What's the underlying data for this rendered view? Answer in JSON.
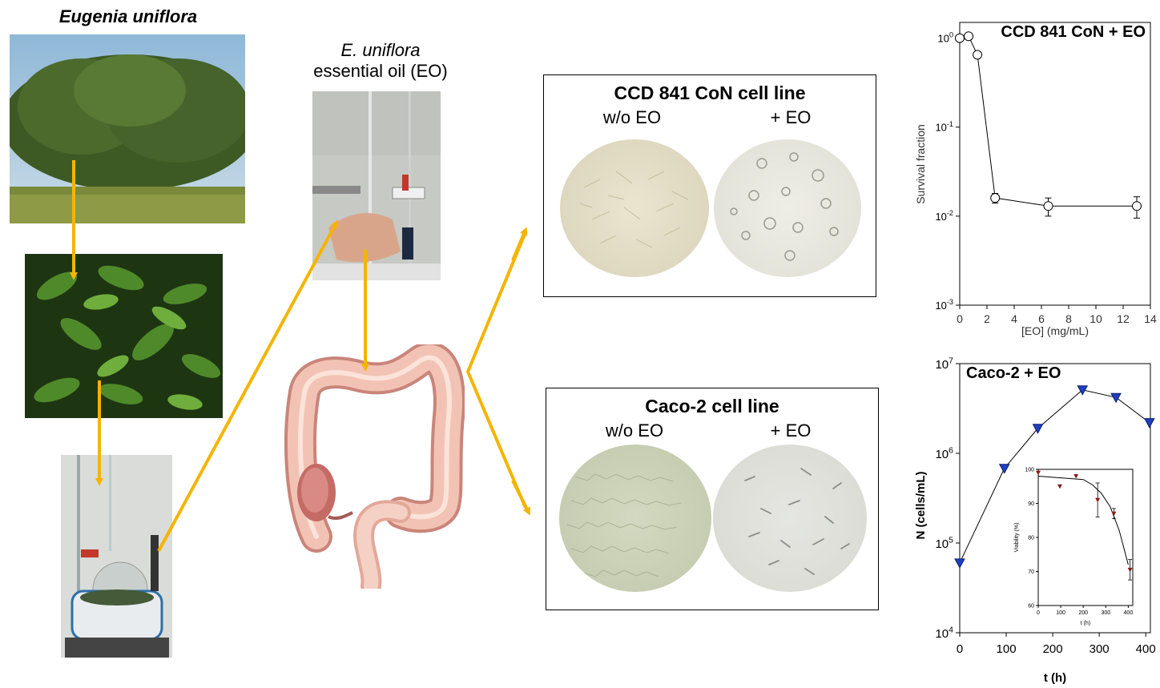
{
  "titles": {
    "plant": "Eugenia uniflora",
    "oil_line1": "E. uniflora",
    "oil_line2": "essential oil (EO)"
  },
  "panels": {
    "ccd": {
      "title": "CCD 841 CoN cell line",
      "left_label": "w/o EO",
      "right_label": "+ EO"
    },
    "caco": {
      "title": "Caco-2 cell line",
      "left_label": "w/o EO",
      "right_label": "+ EO"
    }
  },
  "colors": {
    "arrow": "#f5b400",
    "marker_blue": "#1f3fbf",
    "marker_red": "#8b1a1a"
  },
  "chart_data": [
    {
      "type": "scatter",
      "title": "CCD 841 CoN + EO",
      "xlabel": "[EO] (mg/mL)",
      "ylabel": "Survival fraction",
      "xlim": [
        0,
        14
      ],
      "ylim": [
        0.001,
        1.5
      ],
      "yscale": "log",
      "xticks": [
        "0",
        "2",
        "4",
        "6",
        "8",
        "10",
        "12",
        "14"
      ],
      "yticks": [
        {
          "base": "10",
          "exp": "0"
        },
        {
          "base": "10",
          "exp": "-1"
        },
        {
          "base": "10",
          "exp": "-2"
        },
        {
          "base": "10",
          "exp": "-3"
        }
      ],
      "x": [
        0,
        0.65,
        1.3,
        2.6,
        6.5,
        13
      ],
      "y": [
        1.0,
        1.05,
        0.65,
        0.016,
        0.013,
        0.013
      ],
      "err": [
        0,
        0,
        0,
        0.002,
        0.003,
        0.0035
      ],
      "marker": "open-circle"
    },
    {
      "type": "line",
      "title": "Caco-2 + EO",
      "xlabel": "t (h)",
      "ylabel": "N (cells/mL)",
      "xlim": [
        0,
        410
      ],
      "ylim": [
        10000,
        10000000
      ],
      "yscale": "log",
      "xticks": [
        "0",
        "100",
        "200",
        "300",
        "400"
      ],
      "yticks": [
        {
          "base": "10",
          "exp": "7"
        },
        {
          "base": "10",
          "exp": "6"
        },
        {
          "base": "10",
          "exp": "5"
        },
        {
          "base": "10",
          "exp": "4"
        }
      ],
      "x": [
        0,
        96,
        168,
        264,
        336,
        408
      ],
      "y": [
        60000,
        680000,
        1900000,
        5100000,
        4200000,
        2200000
      ],
      "marker": "triangle-down"
    },
    {
      "type": "scatter",
      "title": "",
      "xlabel": "t (h)",
      "ylabel": "Viability (%)",
      "xlim": [
        0,
        420
      ],
      "ylim": [
        60,
        100
      ],
      "xticks": [
        "0",
        "100",
        "200",
        "300",
        "400"
      ],
      "yticks": [
        "100",
        "90",
        "80",
        "70",
        "60"
      ],
      "x": [
        0,
        96,
        168,
        264,
        336,
        408
      ],
      "y": [
        99,
        95,
        98,
        91,
        87,
        70.5
      ],
      "err": [
        0,
        0,
        0,
        5,
        1.5,
        3
      ],
      "fit_x": [
        0,
        100,
        200,
        240,
        280,
        320,
        360,
        400
      ],
      "fit_y": [
        98,
        97.5,
        97,
        95.5,
        93,
        89,
        82,
        72
      ],
      "marker": "triangle-down"
    }
  ]
}
